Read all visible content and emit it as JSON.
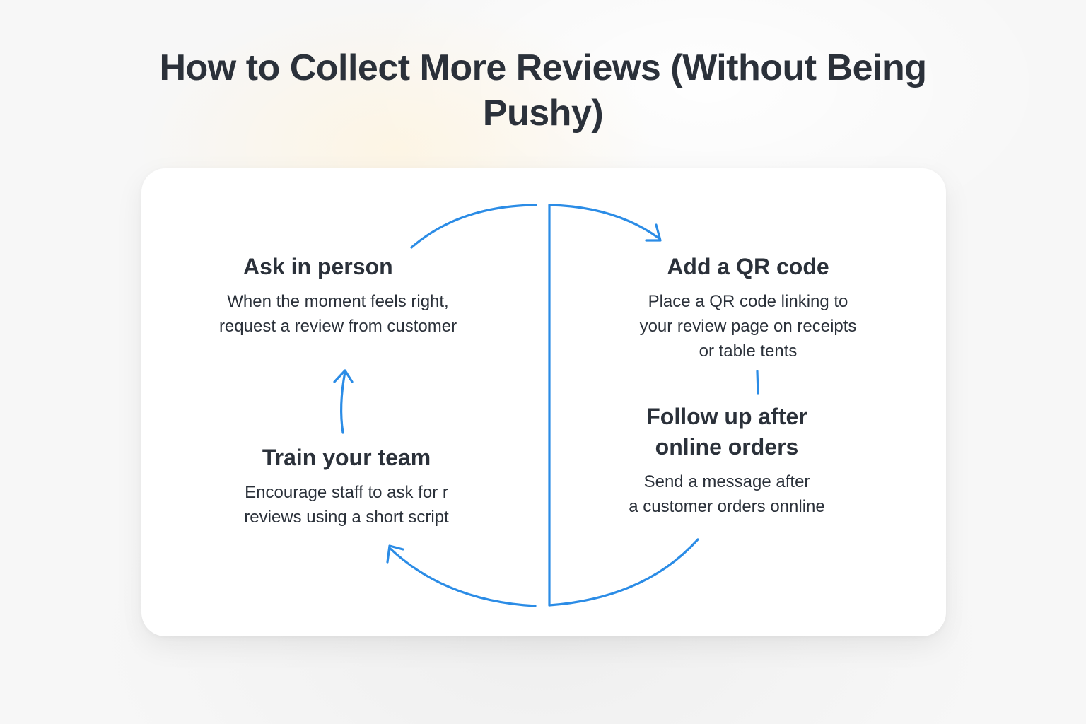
{
  "title": "How to Collect More Reviews (Without Being Pushy)",
  "accent_color": "#2b8ce6",
  "steps": {
    "ask_in_person": {
      "heading": "Ask in person",
      "description_lines": [
        "When the moment feels right,",
        "request a review from customer"
      ]
    },
    "add_qr_code": {
      "heading": "Add a QR code",
      "description_lines": [
        "Place a QR code linking to",
        "your review page on receipts",
        "or table tents"
      ]
    },
    "follow_up": {
      "heading_lines": [
        "Follow up after",
        "online orders"
      ],
      "description_lines": [
        "Send a message after",
        "a customer orders onnline"
      ]
    },
    "train_team": {
      "heading": "Train your team",
      "description_lines": [
        "Encourage staff to ask for r",
        "reviews using a short script"
      ]
    }
  }
}
